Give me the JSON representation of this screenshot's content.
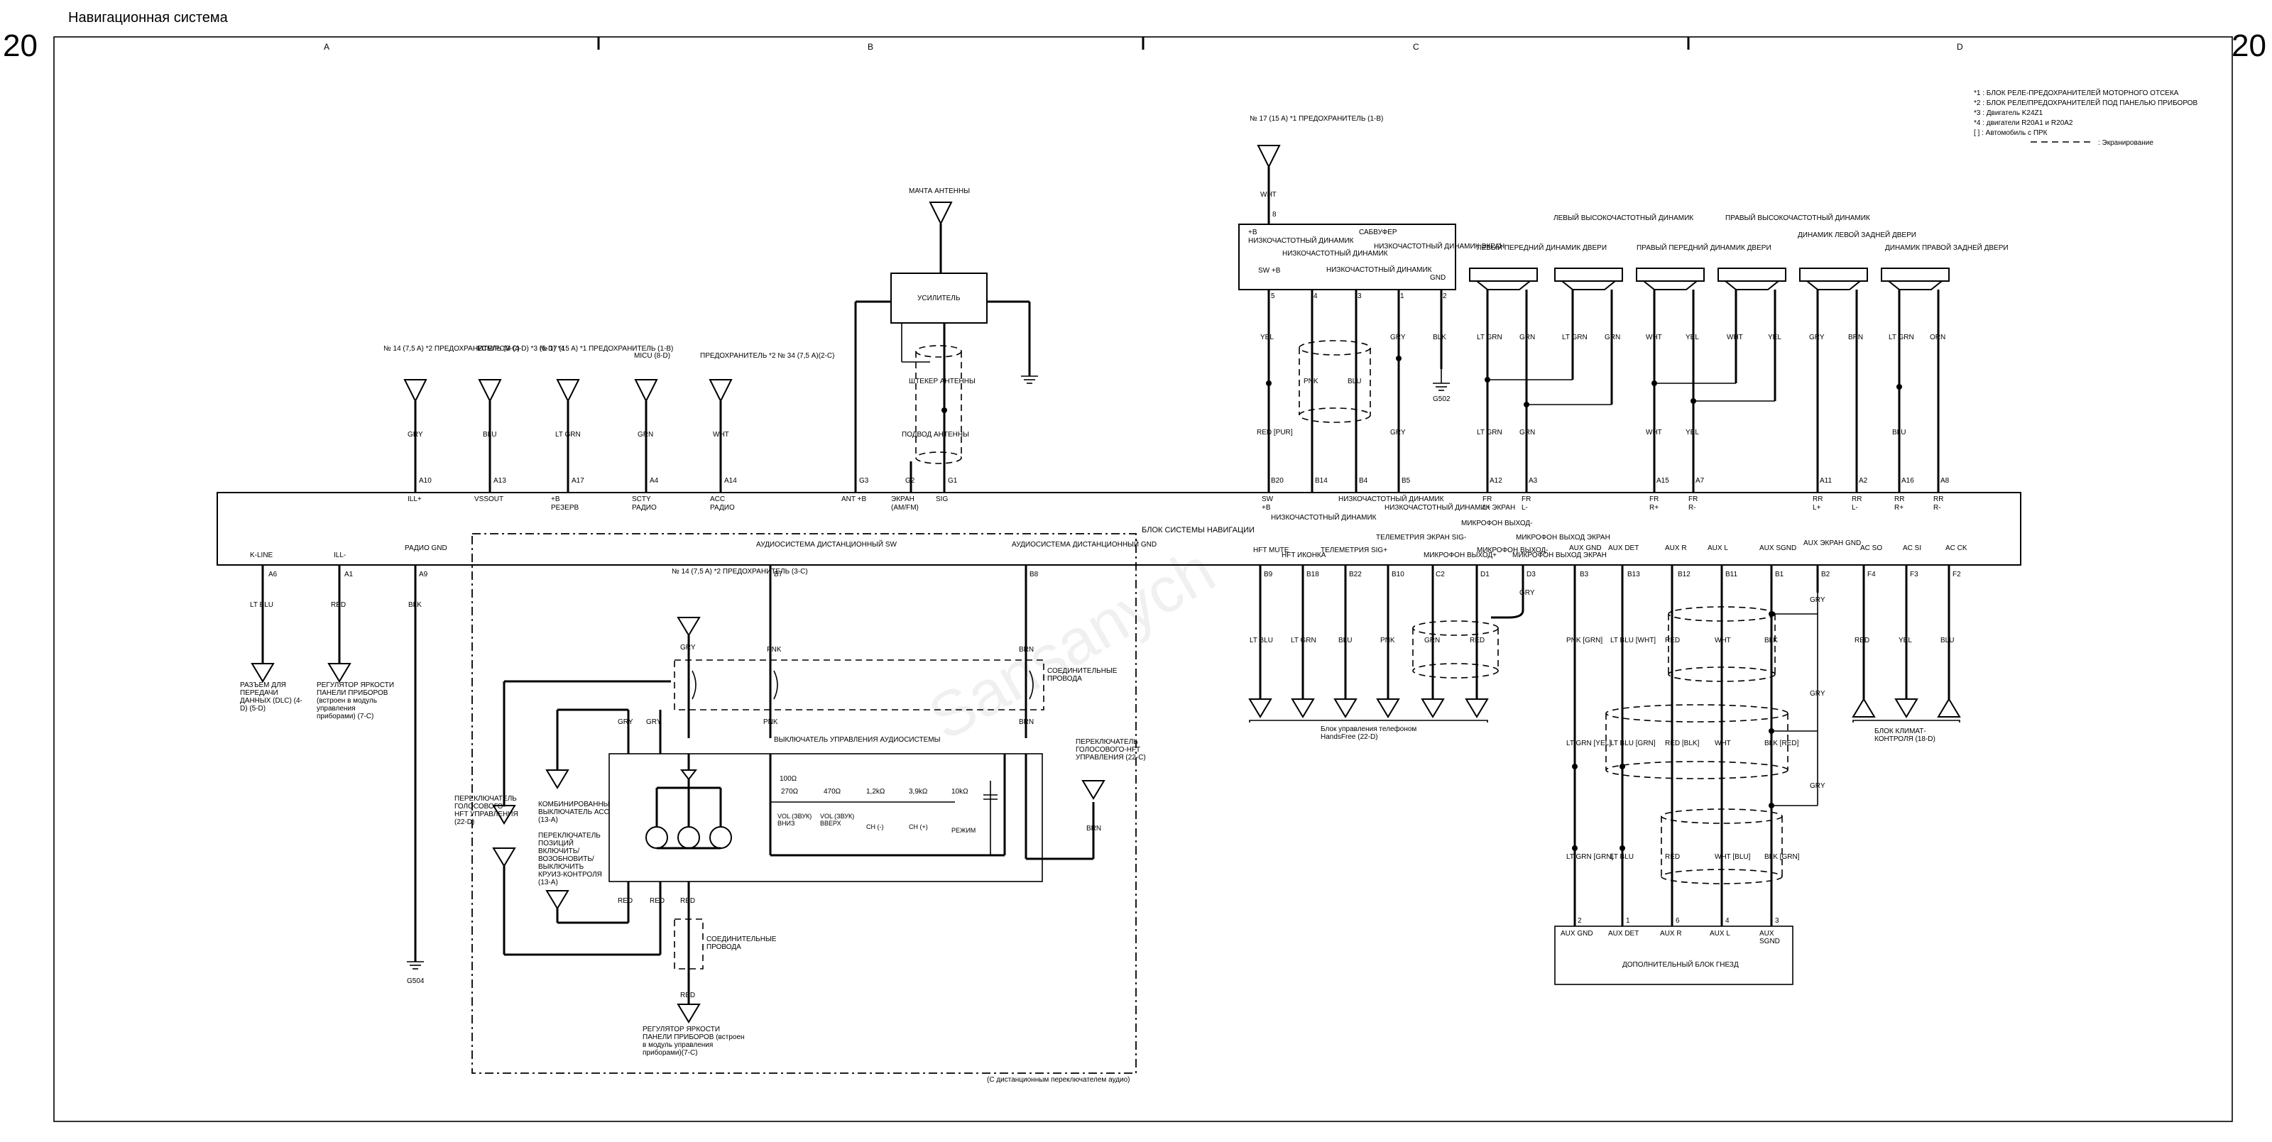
{
  "header": {
    "title": "Навигационная система",
    "page_number": "20"
  },
  "columns": [
    "A",
    "B",
    "C",
    "D"
  ],
  "notes": {
    "lines": [
      "*1 : БЛОК РЕЛЕ-ПРЕДОХРАНИТЕЛЕЙ МОТОРНОГО ОТСЕКА",
      "*2 : БЛОК РЕЛЕ/ПРЕДОХРАНИТЕЛЕЙ ПОД ПАНЕЛЬЮ ПРИБОРОВ",
      "*3 : Двигатель K24Z1",
      "*4 : двигатели R20A1 и R20A2",
      "[ ] : Автомобиль с ПРК"
    ],
    "shield_legend": ": Экранирование"
  },
  "nav_unit": {
    "label": "БЛОК СИСТЕМЫ НАВИГАЦИИ",
    "top_pins": [
      {
        "pin": "A10",
        "sig": "ILL+"
      },
      {
        "pin": "A13",
        "sig": "VSSOUT"
      },
      {
        "pin": "A17",
        "sig": "+B"
      },
      {
        "pin": "A4",
        "sig": "SCTY"
      },
      {
        "pin": "A14",
        "sig": "ACC"
      },
      {
        "pin": "G3",
        "sig": "ANT +B"
      },
      {
        "pin": "G2",
        "sig": "ЭКРАН"
      },
      {
        "pin": "G1",
        "sig": "SIG"
      },
      {
        "pin": "B20",
        "sig": "SW"
      },
      {
        "pin": "B14",
        "sig": ""
      },
      {
        "pin": "B4",
        "sig": ""
      },
      {
        "pin": "B5",
        "sig": ""
      },
      {
        "pin": "A12",
        "sig": "FR"
      },
      {
        "pin": "A3",
        "sig": "FR"
      },
      {
        "pin": "A15",
        "sig": "FR"
      },
      {
        "pin": "A7",
        "sig": "FR"
      },
      {
        "pin": "A11",
        "sig": "RR"
      },
      {
        "pin": "A2",
        "sig": "RR"
      },
      {
        "pin": "A16",
        "sig": "RR"
      },
      {
        "pin": "A8",
        "sig": "RR"
      }
    ],
    "top_sub": {
      "ill": "ILL+",
      "vss": "VSSOUT",
      "reserve": "РЕЗЕРВ",
      "radio1": "РАДИО",
      "radio2": "РАДИО",
      "b20a": "+B",
      "sub1": "НИЗКОЧАСТОТНЫЙ ДИНАМИК",
      "sub2": "НИЗКОЧАСТОТНЫЙ ДИНАМИК",
      "sub3": "НИЗКОЧАСТОТНЫЙ ДИНАМИК ЭКРАН",
      "mic1": "МИКРОФОН ВЫХОД-",
      "mic2": "МИКРОФОН ВЫХОД ЭКРАН",
      "lp": "L+",
      "lm": "L-",
      "rp": "R+",
      "rm": "R-",
      "amfm": "(AM/FM)"
    },
    "bottom_pins": [
      {
        "pin": "A6",
        "sig": "K-LINE"
      },
      {
        "pin": "A1",
        "sig": "ILL-"
      },
      {
        "pin": "A9",
        "sig": "РАДИО GND"
      },
      {
        "pin": "B7",
        "sig": "АУДИОСИСТЕМА ДИСТАНЦИОННЫЙ SW"
      },
      {
        "pin": "B8",
        "sig": "АУДИОСИСТЕМА ДИСТАНЦИОННЫЙ GND"
      },
      {
        "pin": "B9",
        "sig": "HFT MUTE"
      },
      {
        "pin": "B18",
        "sig": "HFT ИКОНКА"
      },
      {
        "pin": "B22",
        "sig": "ТЕЛЕМЕТРИЯ SIG+"
      },
      {
        "pin": "B10",
        "sig": "ТЕЛЕМЕТРИЯ ЭКРАН SIG-"
      },
      {
        "pin": "C2",
        "sig": "МИКРОФОН ВЫХОД+"
      },
      {
        "pin": "D1",
        "sig": "МИКРОФОН ВЫХОД-"
      },
      {
        "pin": "D3",
        "sig": "МИКРОФОН ВЫХОД ЭКРАН"
      },
      {
        "pin": "B3",
        "sig": "AUX GND"
      },
      {
        "pin": "B13",
        "sig": "AUX DET"
      },
      {
        "pin": "B12",
        "sig": "AUX R"
      },
      {
        "pin": "B11",
        "sig": "AUX L"
      },
      {
        "pin": "B1",
        "sig": "AUX SGND"
      },
      {
        "pin": "B2",
        "sig": "AUX ЭКРАН GND"
      },
      {
        "pin": "F4",
        "sig": "AC SO"
      },
      {
        "pin": "F3",
        "sig": "AC SI"
      },
      {
        "pin": "F2",
        "sig": "AC CK"
      }
    ]
  },
  "fuses": [
    {
      "label": "№ 14 (7,5 A) *2 ПРЕДОХРАНИТЕЛЬ (3-C)",
      "wire": "GRY"
    },
    {
      "label": "ECM/PCM (4-D) *3 (5-D) *4",
      "wire": "BLU"
    },
    {
      "label": "№ 17 (15 A) *1 ПРЕДОХРАНИТЕЛЬ (1-B)",
      "wire": "LT GRN"
    },
    {
      "label": "MICU (8-D)",
      "wire": "GRN"
    },
    {
      "label": "ПРЕДОХРАНИТЕЛЬ *2 № 34 (7,5 A)(2-C)",
      "wire": "WHT"
    }
  ],
  "top_fuse": {
    "label": "№ 17 (15 A) *1 ПРЕДОХРАНИТЕЛЬ (1-B)",
    "wire": "WHT",
    "pin": "8"
  },
  "antenna": {
    "mast": "МАЧТА АНТЕННЫ",
    "amp": "УСИЛИТЕЛЬ",
    "plug": "ШТЕКЕР АНТЕННЫ",
    "feed": "ПОДВОД АНТЕННЫ"
  },
  "subwoofer": {
    "label": "САБВУФЕР",
    "b": "+B",
    "sw": "SW +B",
    "gnd": "GND",
    "ground": "G502",
    "wires": [
      "YEL",
      "PNK",
      "BLU",
      "GRY",
      "BLK"
    ],
    "lower": [
      "RED [PUR]",
      "GRY"
    ]
  },
  "speakers": [
    {
      "label": "ЛЕВЫЙ ПЕРЕДНИЙ ДИНАМИК ДВЕРИ",
      "w1": "LT GRN",
      "w2": "GRN"
    },
    {
      "label": "ЛЕВЫЙ ВЫСОКОЧАСТОТНЫЙ ДИНАМИК",
      "w1": "LT GRN",
      "w2": "GRN"
    },
    {
      "label": "ПРАВЫЙ ПЕРЕДНИЙ ДИНАМИК ДВЕРИ",
      "w1": "WHT",
      "w2": "YEL"
    },
    {
      "label": "ПРАВЫЙ ВЫСОКОЧАСТОТНЫЙ ДИНАМИК",
      "w1": "WHT",
      "w2": "YEL"
    },
    {
      "label": "ДИНАМИК ЛЕВОЙ ЗАДНЕЙ ДВЕРИ",
      "w1": "GRY",
      "w2": "BRN"
    },
    {
      "label": "ДИНАМИК ПРАВОЙ ЗАДНЕЙ ДВЕРИ",
      "w1": "LT GRN",
      "w2": "ORN"
    }
  ],
  "speaker_bottom_wires": [
    "LT GRN",
    "GRN",
    "WHT",
    "YEL",
    "BLU"
  ],
  "left_outputs": {
    "dlc": "РАЗЪЕМ ДЛЯ ПЕРЕДАЧИ ДАННЫХ (DLC) (4-D) (5-D)",
    "dimmer": "РЕГУЛЯТОР ЯРКОСТИ ПАНЕЛИ ПРИБОРОВ (встроен в модуль управления приборами) (7-C)",
    "ground": "G504",
    "wires": [
      "LT BLU",
      "RED",
      "BLK"
    ]
  },
  "audio_switch": {
    "fuse": "№ 14 (7,5 A) *2 ПРЕДОХРАНИТЕЛЬ (3-C)",
    "joint_top": "СОЕДИНИТЕЛЬНЫЕ ПРОВОДА",
    "joint_bottom": "СОЕДИНИТЕЛЬНЫЕ ПРОВОДА",
    "switch": "ВЫКЛЮЧАТЕЛЬ УПРАВЛЕНИЯ АУДИОСИСТЕМЫ",
    "hft_left": "ПЕРЕКЛЮЧАТЕЛЬ ГОЛОСОВОГО-HFT УПРАВЛЕНИЯ (22-D)",
    "hft_right": "ПЕРЕКЛЮЧАТЕЛЬ ГОЛОСОВОГО-HFT УПРАВЛЕНИЯ (22-C)",
    "combi": "КОМБИНИРОВАННЫЙ ВЫКЛЮЧАТЕЛЬ АСС (13-A)",
    "cruise": "ПЕРЕКЛЮЧАТЕЛЬ ПОЗИЦИЙ ВКЛЮЧИТЬ/ ВОЗОБНОВИТЬ/ ВЫКЛЮЧИТЬ КРУИЗ-КОНТРОЛЯ (13-A)",
    "dimmer": "РЕГУЛЯТОР ЯРКОСТИ ПАНЕЛИ ПРИБОРОВ (встроен в модуль управления приборами)(7-C)",
    "resistors": [
      "100Ω",
      "270Ω",
      "470Ω",
      "1,2kΩ",
      "3,9kΩ",
      "10kΩ"
    ],
    "buttons": [
      "VOL (ЗВУК) ВНИЗ",
      "VOL (ЗВУК) ВВЕРХ",
      "CH (-)",
      "CH (+)",
      "РЕЖИМ"
    ],
    "wires": [
      "GRY",
      "GRY",
      "PNK",
      "BRN",
      "RED",
      "RED",
      "RED",
      "BRN"
    ],
    "note": "(С дистанционным переключателем аудио)"
  },
  "hft_unit": {
    "label": "Блок управления телефоном HandsFree (22-D)",
    "wires": [
      "LT BLU",
      "LT GRN",
      "BLU",
      "PNK",
      "GRN",
      "RED"
    ],
    "shield": "GRY"
  },
  "aux_block": {
    "label": "ДОПОЛНИТЕЛЬНЫЙ БЛОК ГНЕЗД",
    "pins": [
      {
        "p": "2",
        "s": "AUX GND"
      },
      {
        "p": "1",
        "s": "AUX DET"
      },
      {
        "p": "6",
        "s": "AUX R"
      },
      {
        "p": "4",
        "s": "AUX L"
      },
      {
        "p": "3",
        "s": "AUX SGND"
      }
    ],
    "upper": [
      "PNK [GRN]",
      "LT BLU [WHT]",
      "RED",
      "WHT",
      "BLK"
    ],
    "mid": [
      "LT GRN [YEL]",
      "LT BLU [GRN]",
      "RED [BLK]",
      "WHT",
      "BLK [RED]"
    ],
    "low": [
      "LT GRN [GRN]",
      "LT BLU",
      "RED",
      "WHT [BLU]",
      "BLK [GRN]"
    ],
    "shield": "GRY"
  },
  "climate": {
    "label": "БЛОК КЛИМАТ-КОНТРОЛЯ (18-D)",
    "wires": [
      "RED",
      "YEL",
      "BLU"
    ]
  },
  "watermark": "Sansanych"
}
